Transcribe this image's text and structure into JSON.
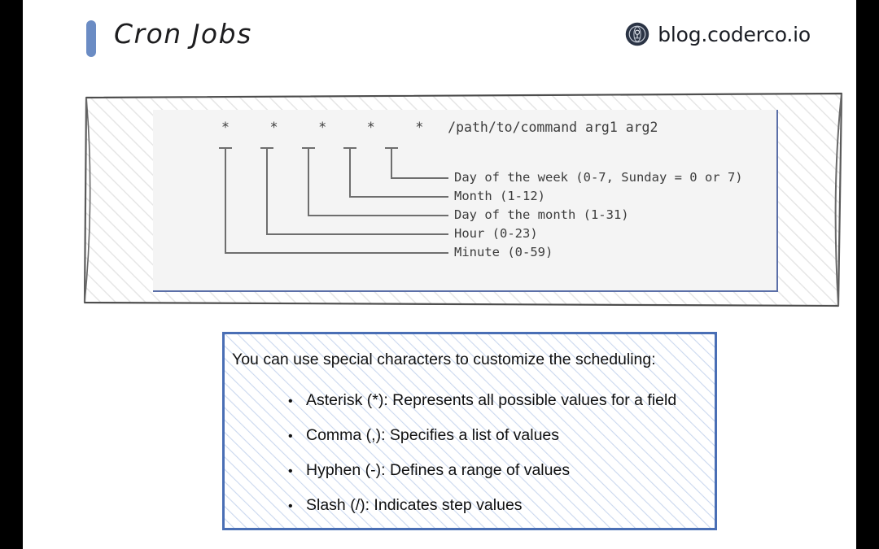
{
  "header": {
    "title": "Cron Jobs",
    "accent_color": "#6b8cc4",
    "brand": {
      "text": "blog.coderco.io",
      "logo_icon": "coderco-circle-logo-icon",
      "logo_color": "#2b3445"
    }
  },
  "diagram": {
    "cron_line": "*     *     *     *     *   /path/to/command arg1 arg2",
    "asterisks": [
      "*",
      "*",
      "*",
      "*",
      "*"
    ],
    "command": "/path/to/command arg1 arg2",
    "fields": [
      {
        "label": "Day of the week (0-7, Sunday = 0 or 7)"
      },
      {
        "label": "Month (1-12)"
      },
      {
        "label": "Day of the month (1-31)"
      },
      {
        "label": "Hour (0-23)"
      },
      {
        "label": "Minute (0-59)"
      }
    ],
    "inner_border_color": "#5b6fa8",
    "panel_border_color": "#555555"
  },
  "notes": {
    "intro": "You can use special characters to customize the scheduling:",
    "border_color": "#4a6fb5",
    "bullet_glyph": "•",
    "items": [
      {
        "text": "Asterisk (*): Represents all possible values for a field"
      },
      {
        "text": "Comma (,): Specifies a list of values"
      },
      {
        "text": "Hyphen (-): Defines a range of values"
      },
      {
        "text": "Slash (/): Indicates step values"
      }
    ]
  }
}
